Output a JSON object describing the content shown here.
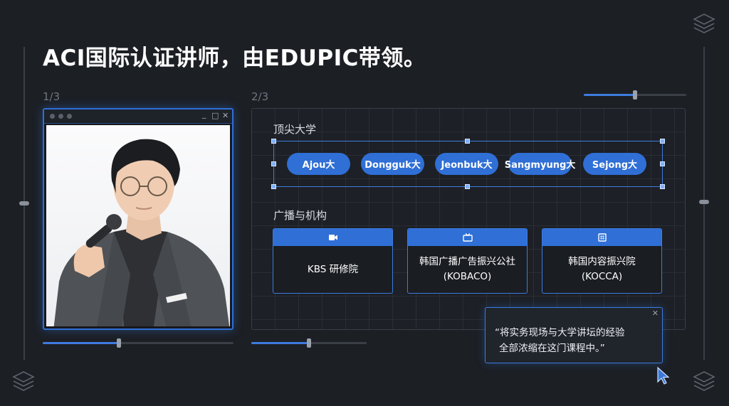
{
  "header": {
    "title": "ACI国际认证讲师，由EDUPIC带领。",
    "page_left": "1/3",
    "page_right": "2/3"
  },
  "photo_window": {
    "controls": {
      "minimize": "_",
      "maximize": "□",
      "close": "✕"
    }
  },
  "sliders": {
    "top_right_fraction": 0.5,
    "photo_fraction": 0.4,
    "panel_fraction": 0.5
  },
  "universities": {
    "label": "顶尖大学",
    "items": [
      "Ajou大",
      "Dongguk大",
      "Jeonbuk大",
      "Sangmyung大",
      "Sejong大"
    ]
  },
  "institutions": {
    "label": "广播与机构",
    "cards": [
      {
        "icon": "video-camera-icon",
        "line1": "KBS 研修院",
        "line2": ""
      },
      {
        "icon": "tv-icon",
        "line1": "韩国广播广告振兴公社",
        "line2": "(KOBACO)"
      },
      {
        "icon": "building-icon",
        "line1": "韩国内容振兴院",
        "line2": "(KOCCA)"
      }
    ]
  },
  "quote": {
    "close": "✕",
    "line1": "“将实务现场与大学讲坛的经验",
    "line2": "全部浓缩在这门课程中。”"
  },
  "colors": {
    "background": "#1c1f24",
    "accent": "#2f6fd6"
  }
}
